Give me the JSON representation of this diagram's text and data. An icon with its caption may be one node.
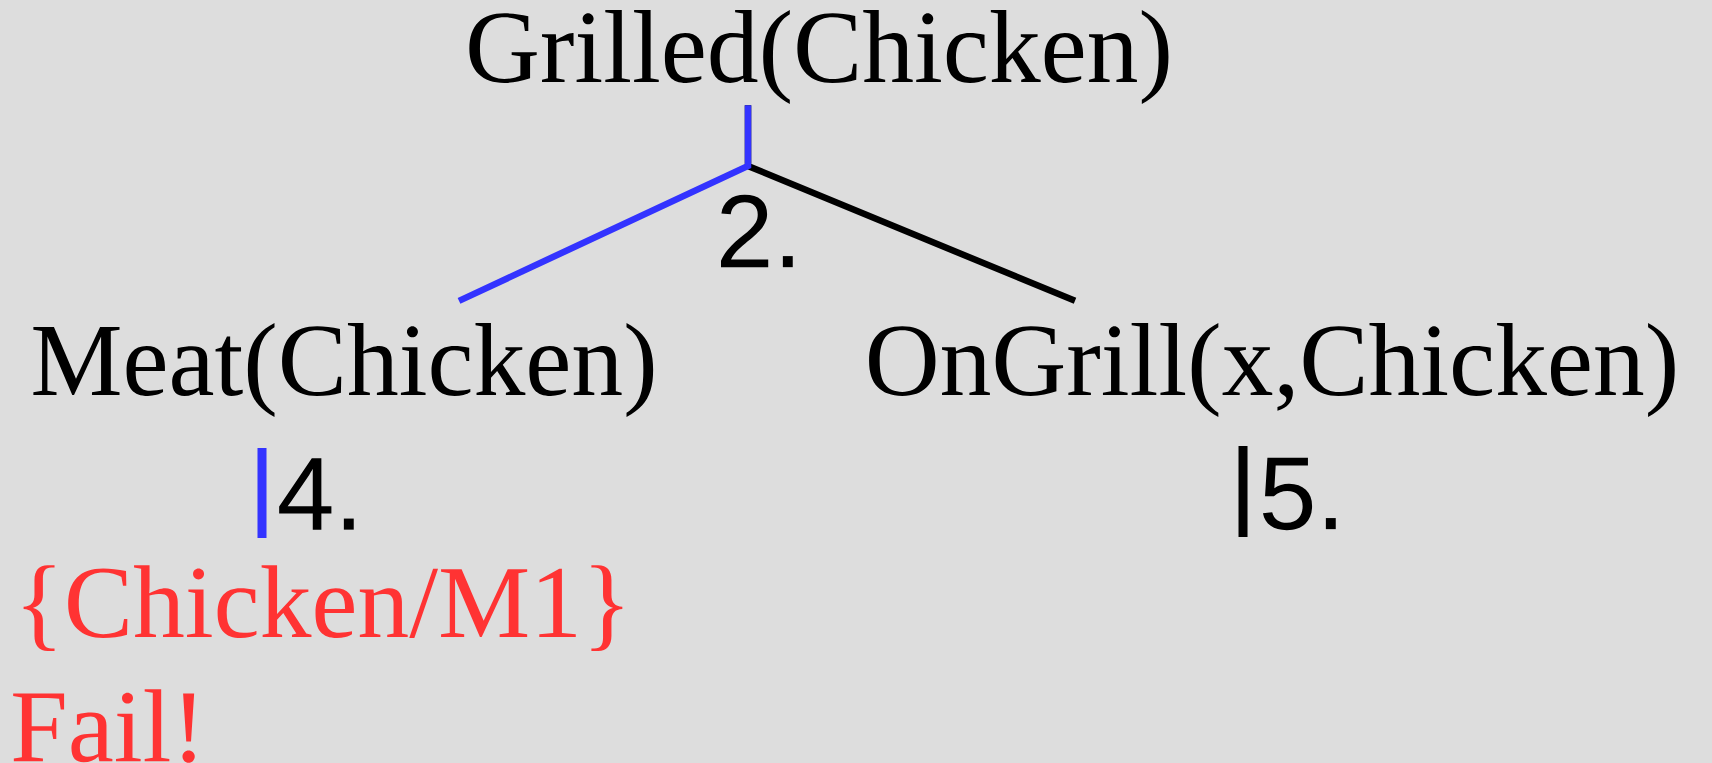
{
  "diagram": {
    "nodes": [
      {
        "text": [
          "Grilled(Chicken)"
        ]
      },
      {
        "text": [
          "Meat(Chicken)"
        ]
      },
      {
        "text": [
          "OnGrill(x,Chicken)"
        ]
      }
    ],
    "edges": [
      {
        "from": 0,
        "to": 1,
        "arrow": "none",
        "color": "#3333ff"
      },
      {
        "from": 0,
        "to": 2,
        "arrow": "none",
        "color": "#000000"
      }
    ],
    "labels": [
      "2.",
      "4.",
      "5.",
      "{Chicken/M1}",
      "Fail!"
    ]
  }
}
